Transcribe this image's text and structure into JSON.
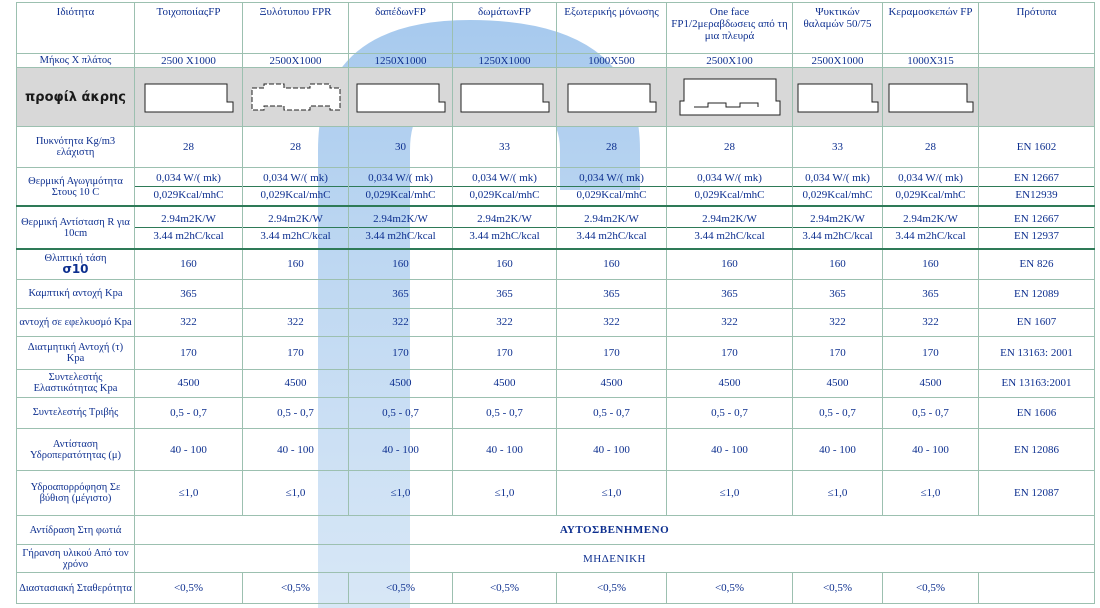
{
  "header": {
    "property": "Ιδιότητα",
    "columns": [
      "ΤοιχοποιίαςFP",
      "Ξυλότυπου FPR",
      "δαπέδωνFP",
      "δωμάτωνFP",
      "Εξωτερικής μόνωσης",
      "One face FP1/2μεραβδωσεις από τη μια πλευρά",
      "Ψυκτικών θαλαμών 50/75",
      "Κεραμοσκεπών FP"
    ],
    "standards": "Πρότυπα"
  },
  "dimensions": {
    "label": "Μήκος Χ πλάτος",
    "values": [
      "2500 X1000",
      "2500X1000",
      "1250X1000",
      "1250X1000",
      "1000X500",
      "2500X100",
      "2500X1000",
      "1000X315"
    ]
  },
  "profile": {
    "label": "προφίλ άκρης",
    "shapes": [
      "step",
      "tongue-groove",
      "step",
      "step",
      "step",
      "tongue-groove-large",
      "step",
      "step"
    ]
  },
  "density": {
    "label": "Πυκνότητα Kg/m3 ελάχιστη",
    "values": [
      "28",
      "28",
      "30",
      "33",
      "28",
      "28",
      "33",
      "28"
    ],
    "standard": "EN 1602"
  },
  "conductivity": {
    "label": "Θερμική Αγωγιμότητα Στους 10 C",
    "values_a": [
      "0,034 W/( mk)",
      "0,034 W/( mk)",
      "0,034 W/( mk)",
      "0,034 W/( mk)",
      "0,034 W/( mk)",
      "0,034 W/( mk)",
      "0,034 W/( mk)",
      "0,034 W/( mk)"
    ],
    "values_b": [
      "0,029Kcal/mhC",
      "0,029Kcal/mhC",
      "0,029Kcal/mhC",
      "0,029Kcal/mhC",
      "0,029Kcal/mhC",
      "0,029Kcal/mhC",
      "0,029Kcal/mhC",
      "0,029Kcal/mhC"
    ],
    "standard_a": "EN 12667",
    "standard_b": "EN12939"
  },
  "resistance": {
    "label": "Θερμική Αντίσταση R για 10cm",
    "values_a": [
      "2.94m2K/W",
      "2.94m2K/W",
      "2.94m2K/W",
      "2.94m2K/W",
      "2.94m2K/W",
      "2.94m2K/W",
      "2.94m2K/W",
      "2.94m2K/W"
    ],
    "values_b": [
      "3.44 m2hC/kcal",
      "3.44 m2hC/kcal",
      "3.44 m2hC/kcal",
      "3.44 m2hC/kcal",
      "3.44 m2hC/kcal",
      "3.44 m2hC/kcal",
      "3.44 m2hC/kcal",
      "3.44 m2hC/kcal"
    ],
    "standard_a": "EN 12667",
    "standard_b": "EN 12937"
  },
  "compressive": {
    "label": "Θλιπτική τάση",
    "symbol": "σ10",
    "values": [
      "160",
      "160",
      "160",
      "160",
      "160",
      "160",
      "160",
      "160"
    ],
    "standard": "EN 826"
  },
  "bending": {
    "label": "Καμπτική αντοχή Kpa",
    "values": [
      "365",
      "",
      "365",
      "365",
      "365",
      "365",
      "365",
      "365"
    ],
    "standard": "EN 12089"
  },
  "tensile": {
    "label": "αντοχή σε εφελκυσμό Kpa",
    "values": [
      "322",
      "322",
      "322",
      "322",
      "322",
      "322",
      "322",
      "322"
    ],
    "standard": "EN 1607"
  },
  "shear": {
    "label": "Διατμητική Αντοχή (τ) Kpa",
    "values": [
      "170",
      "170",
      "170",
      "170",
      "170",
      "170",
      "170",
      "170"
    ],
    "standard": "EN 13163: 2001"
  },
  "elasticity": {
    "label": "Συντελεστής Ελαστικότητας Kpa",
    "values": [
      "4500",
      "4500",
      "4500",
      "4500",
      "4500",
      "4500",
      "4500",
      "4500"
    ],
    "standard": "EN 13163:2001"
  },
  "friction": {
    "label": "Συντελεστής Τριβής",
    "values": [
      "0,5 - 0,7",
      "0,5 - 0,7",
      "0,5 - 0,7",
      "0,5 - 0,7",
      "0,5 - 0,7",
      "0,5 - 0,7",
      "0,5 - 0,7",
      "0,5 - 0,7"
    ],
    "standard": "EN 1606"
  },
  "vapor": {
    "label": "Αντίσταση Υδροπερατότητας (μ)",
    "values": [
      "40 - 100",
      "40 - 100",
      "40 - 100",
      "40 - 100",
      "40 - 100",
      "40 - 100",
      "40 - 100",
      "40 - 100"
    ],
    "standard": "EN 12086"
  },
  "absorption": {
    "label": "Υδροαπορρόφηση Σε βύθιση (μέγιστο)",
    "values": [
      "≤1,0",
      "≤1,0",
      "≤1,0",
      "≤1,0",
      "≤1,0",
      "≤1,0",
      "≤1,0",
      "≤1,0"
    ],
    "standard": "EN 12087"
  },
  "fire": {
    "label": "Αντίδραση Στη φωτιά",
    "value": "ΑΥΤΟΣΒΕΝΗΜΕΝΟ"
  },
  "aging": {
    "label": "Γήρανση υλικού Από τον χρόνο",
    "value": "ΜΗΔΕΝΙΚΗ"
  },
  "stability": {
    "label": "Διαστασιακή Σταθερότητα",
    "values": [
      "<0,5%",
      "<0,5%",
      "<0,5%",
      "<0,5%",
      "<0,5%",
      "<0,5%",
      "<0,5%",
      "<0,5%"
    ],
    "standard": ""
  },
  "colors": {
    "text": "#0d2f8f",
    "grid": "#9cc0b0",
    "profile_band": "#d8d8d8",
    "watermark": "#7fb0e0"
  }
}
